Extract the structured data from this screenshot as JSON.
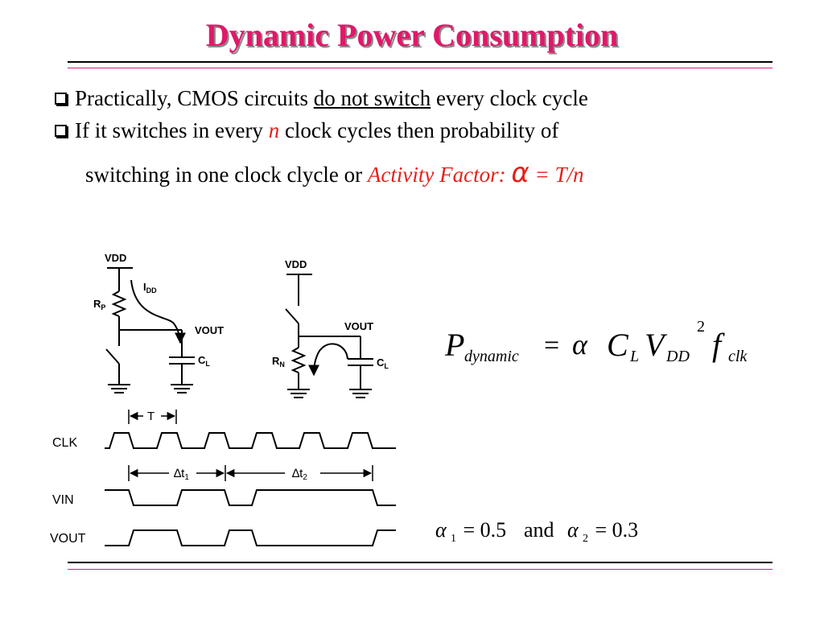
{
  "title": "Dynamic Power Consumption",
  "bullets": {
    "b1_pre": "Practically, CMOS circuits ",
    "b1_underline": "do not switch",
    "b1_post": " every clock cycle",
    "b2_pre": "If it switches in every ",
    "b2_var": "n",
    "b2_post": " clock cycles then  probability of",
    "b2_cont_pre": "switching in one clock  clycle or ",
    "b2_term": "Activity Factor",
    "b2_colon": ":",
    "b2_alpha": "α",
    "b2_eq": " = T/n"
  },
  "circuit_left": {
    "vdd": "VDD",
    "rp": "R",
    "rp_sub": "P",
    "idd": "I",
    "idd_sub": "DD",
    "vout": "VOUT",
    "cl": "C",
    "cl_sub": "L"
  },
  "circuit_right": {
    "vdd": "VDD",
    "rn": "R",
    "rn_sub": "N",
    "vout": "VOUT",
    "cl": "C",
    "cl_sub": "L"
  },
  "timing": {
    "period": "T",
    "clk": "CLK",
    "vin": "VIN",
    "vout": "VOUT",
    "dt1": "∆t",
    "dt1_sub": "1",
    "dt2": "∆t",
    "dt2_sub": "2"
  },
  "formula": {
    "P": "P",
    "P_sub": "dynamic",
    "eq": "=",
    "alpha": "α",
    "C": "C",
    "C_sub": "L",
    "V": "V",
    "V_sub": "DD",
    "V_sup": "2",
    "f": "f",
    "f_sub": "clk"
  },
  "alpha_values": {
    "a1": "α",
    "a1_sub": "1",
    "a1_eq": " = 0.5 ",
    "and": "and",
    "a2": "α",
    "a2_sub": "2",
    "a2_eq": " = 0.3"
  },
  "colors": {
    "title": "#e0186a",
    "accent_red": "#e3221b",
    "rule_pink": "#d81b78"
  }
}
